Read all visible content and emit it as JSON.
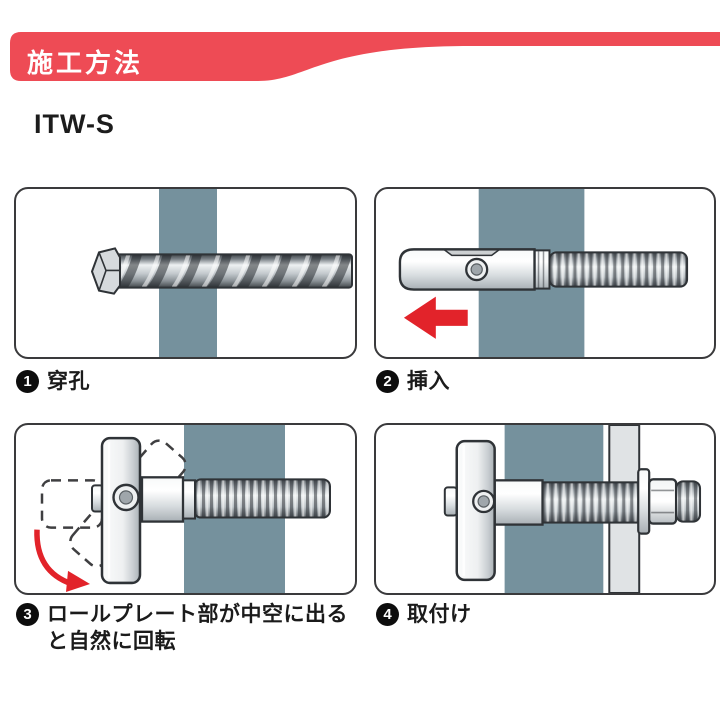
{
  "header": {
    "title": "施工方法"
  },
  "product_title": "ITW-S",
  "colors": {
    "ribbon": "#ee4b55",
    "wall": "#75919d",
    "arrow_red": "#e2232a",
    "fixture_plate": "#e0e3e5"
  },
  "steps": [
    {
      "num": "1",
      "caption": "穿孔"
    },
    {
      "num": "2",
      "caption": "挿入"
    },
    {
      "num": "3",
      "caption_lines": [
        "ロールプレート部が中空に出る",
        "と自然に回転"
      ]
    },
    {
      "num": "4",
      "caption": "取付け"
    }
  ]
}
